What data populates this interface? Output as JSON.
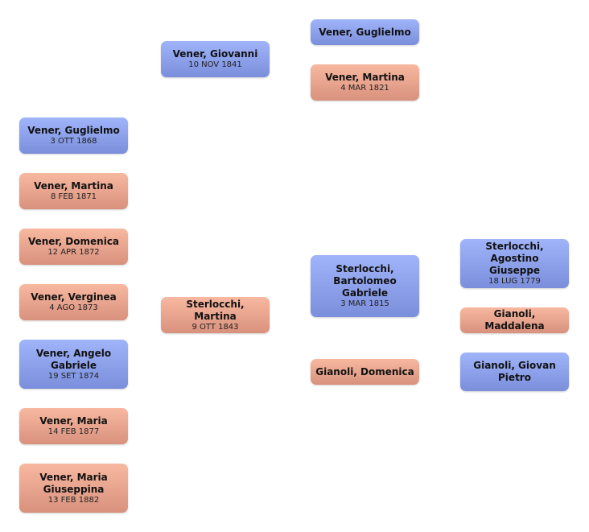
{
  "people": [
    {
      "name": "Vener, Guglielmo",
      "date": "3 OTT 1868",
      "sex": "male"
    },
    {
      "name": "Vener, Martina",
      "date": "8 FEB 1871",
      "sex": "female"
    },
    {
      "name": "Vener, Domenica",
      "date": "12 APR 1872",
      "sex": "female"
    },
    {
      "name": "Vener, Verginea",
      "date": "4 AGO 1873",
      "sex": "female"
    },
    {
      "name": "Vener, Angelo Gabriele",
      "date": "19 SET 1874",
      "sex": "male"
    },
    {
      "name": "Vener, Maria",
      "date": "14 FEB 1877",
      "sex": "female"
    },
    {
      "name": "Vener, Maria Giuseppina",
      "date": "13 FEB 1882",
      "sex": "female"
    },
    {
      "name": "Vener, Giovanni",
      "date": "10 NOV 1841",
      "sex": "male"
    },
    {
      "name": "Sterlocchi, Martina",
      "date": "9 OTT 1843",
      "sex": "female"
    },
    {
      "name": "Vener, Guglielmo",
      "date": "",
      "sex": "male"
    },
    {
      "name": "Vener, Martina",
      "date": "4 MAR 1821",
      "sex": "female"
    },
    {
      "name": "Sterlocchi, Bartolomeo Gabriele",
      "date": "3 MAR 1815",
      "sex": "male"
    },
    {
      "name": "Gianoli, Domenica",
      "date": "",
      "sex": "female"
    },
    {
      "name": "Sterlocchi, Agostino Giuseppe",
      "date": "18 LUG 1779",
      "sex": "male"
    },
    {
      "name": "Gianoli, Maddalena",
      "date": "",
      "sex": "female"
    },
    {
      "name": "Gianoli, Giovan Pietro",
      "date": "",
      "sex": "male"
    }
  ],
  "colors": {
    "male": "#8da1ea",
    "female": "#e9a48e"
  }
}
